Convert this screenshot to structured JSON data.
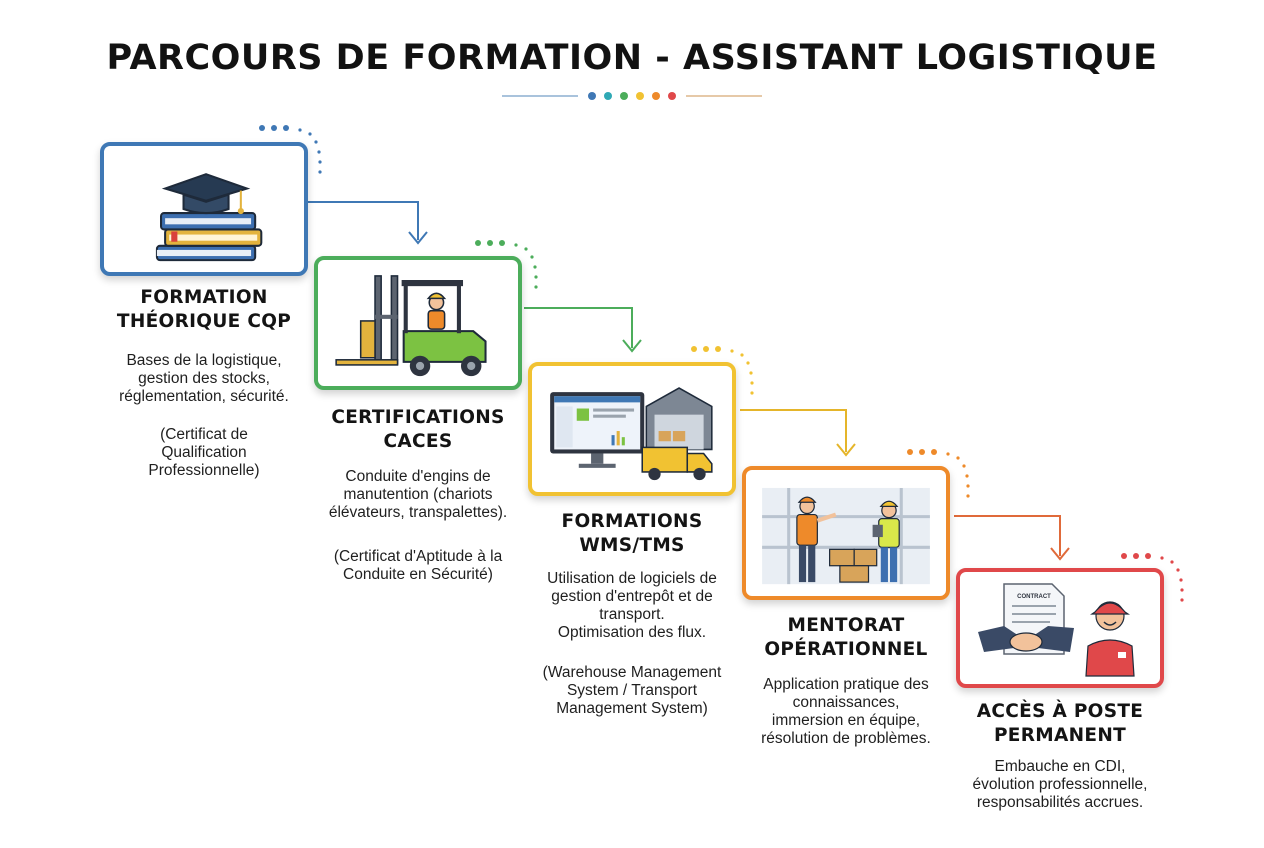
{
  "title": "PARCOURS DE FORMATION - ASSISTANT LOGISTIQUE",
  "colors": {
    "step1": "#3f78b5",
    "step2": "#4cad5b",
    "step3": "#f1c232",
    "step4": "#ee8a2a",
    "step5": "#e0484a",
    "deco_dots": [
      "#3f78b5",
      "#2fa9b5",
      "#4cad5b",
      "#f1c232",
      "#ee8a2a",
      "#e0484a"
    ]
  },
  "steps": [
    {
      "title_line1": "FORMATION",
      "title_line2": "THÉORIQUE CQP",
      "desc": [
        "Bases de la logistique,",
        "gestion des stocks,",
        "réglementation, sécurité."
      ],
      "note": [
        "(Certificat de",
        "Qualification",
        "Professionnelle)"
      ],
      "icon": "graduation-cap-books-icon"
    },
    {
      "title_line1": "CERTIFICATIONS",
      "title_line2": "CACES",
      "desc": [
        "Conduite d'engins de",
        "manutention (chariots",
        "élévateurs, transpalettes)."
      ],
      "note": [
        "(Certificat d'Aptitude à la",
        "Conduite en Sécurité)"
      ],
      "icon": "forklift-icon"
    },
    {
      "title_line1": "FORMATIONS",
      "title_line2": "WMS/TMS",
      "desc": [
        "Utilisation de logiciels de",
        "gestion d'entrepôt et de",
        "transport.",
        "Optimisation des flux."
      ],
      "note": [
        "(Warehouse Management",
        "System / Transport",
        "Management System)"
      ],
      "icon": "computer-warehouse-truck-icon"
    },
    {
      "title_line1": "MENTORAT",
      "title_line2": "OPÉRATIONNEL",
      "desc": [
        "Application pratique des",
        "connaissances,",
        "immersion en équipe,",
        "résolution de problèmes."
      ],
      "note": [],
      "icon": "mentor-workers-icon"
    },
    {
      "title_line1": "ACCÈS À POSTE",
      "title_line2": "PERMANENT",
      "desc": [
        "Embauche en CDI,",
        "évolution professionnelle,",
        "responsabilités accrues."
      ],
      "note": [],
      "icon": "contract-handshake-icon",
      "contract_label": "CONTRACT"
    }
  ]
}
